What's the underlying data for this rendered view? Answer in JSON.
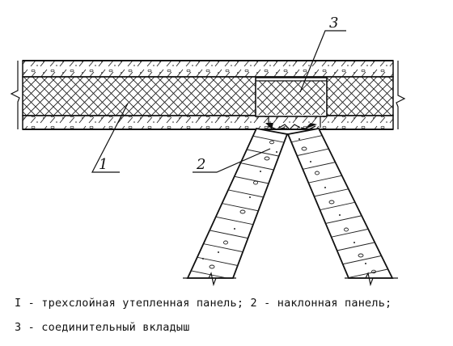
{
  "labels": {
    "callout_1": "1",
    "callout_2": "2",
    "callout_3": "3"
  },
  "legend": {
    "line1": "I - трехслойная утепленная панель; 2 - наклонная панель;",
    "line2": "3 - соединительный вкладыш"
  }
}
